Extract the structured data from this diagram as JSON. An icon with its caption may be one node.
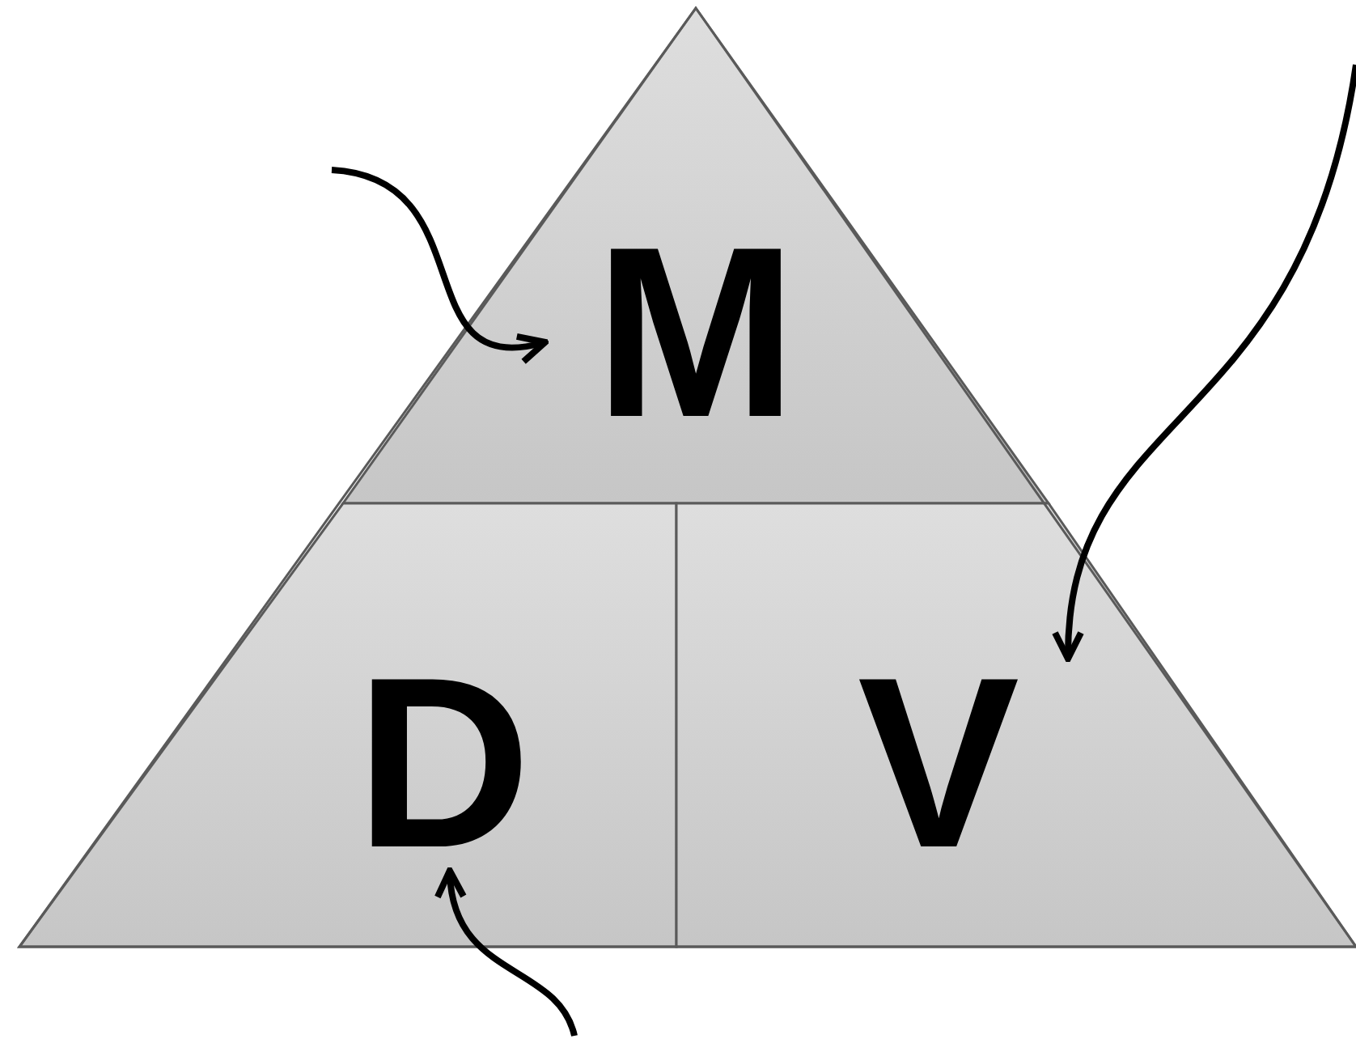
{
  "diagram": {
    "nodes": [
      {
        "text": [],
        "shape": "triangle"
      },
      {
        "text": [
          "M"
        ],
        "in": 0
      },
      {
        "text": [
          "D"
        ],
        "in": 0
      },
      {
        "text": [
          "V"
        ],
        "in": 0
      }
    ],
    "edges": [
      {
        "from": null,
        "to": 1,
        "arrow": "to"
      },
      {
        "from": null,
        "to": 3,
        "arrow": "to"
      },
      {
        "from": null,
        "to": 2,
        "arrow": "to"
      }
    ]
  }
}
